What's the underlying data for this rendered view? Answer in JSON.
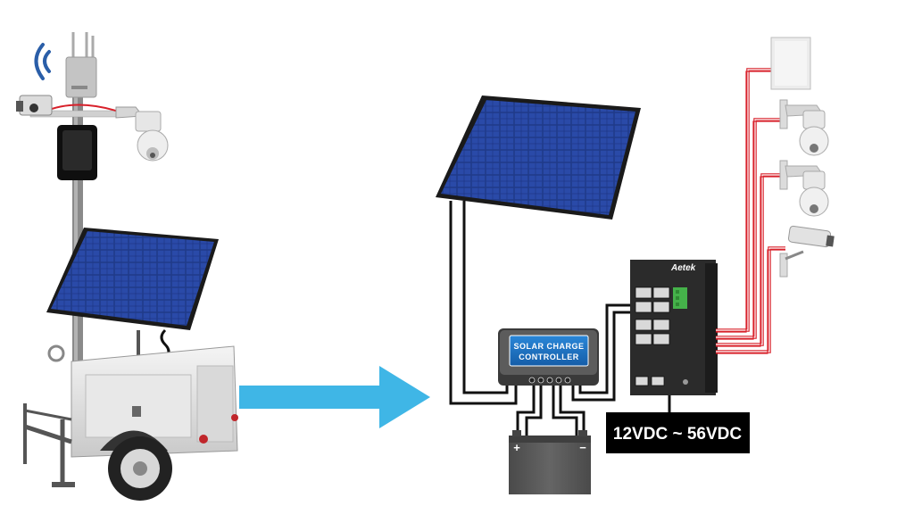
{
  "controller": {
    "line1": "SOLAR CHARGE",
    "line2": "CONTROLLER"
  },
  "switch": {
    "brand": "Aetek"
  },
  "voltage_label": "12VDC ~ 56VDC",
  "battery": {
    "positive": "+",
    "negative": "−"
  },
  "colors": {
    "arrow": "#3fb6e6",
    "poe_cable": "#d8202a",
    "dc_cable": "#111111",
    "panel_cell": "#1f3a8a",
    "panel_frame": "#1a1a1a",
    "controller_face": "#1b6fc2",
    "switch_body": "#2b2b2b",
    "battery": "#5a5a5a",
    "voltage_bg": "#000000"
  },
  "icons": [
    "wifi-icon",
    "access-point-icon",
    "bullet-camera-icon",
    "ptz-dome-camera-icon",
    "solar-panel-icon",
    "trailer-icon",
    "arrow-icon",
    "charge-controller-icon",
    "battery-icon",
    "poe-switch-icon",
    "flat-panel-antenna-icon"
  ]
}
